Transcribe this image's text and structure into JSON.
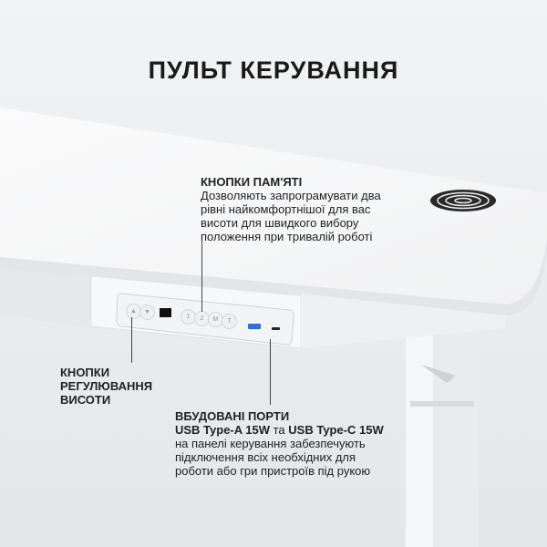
{
  "title": "ПУЛЬТ КЕРУВАННЯ",
  "memory_buttons": {
    "heading": "КНОПКИ ПАМ'ЯТІ",
    "lines": [
      "Дозволяють запрограмувати два",
      "рівні найкомфортнішої для вас",
      "висоти для швидкого вибору",
      "положення при тривалій роботі"
    ]
  },
  "height_buttons": {
    "lines": [
      "КНОПКИ",
      "РЕГУЛЮВАННЯ",
      "ВИСОТИ"
    ]
  },
  "ports": {
    "heading": "ВБУДОВАНІ ПОРТИ",
    "usb_a": "USB Type-A 15W",
    "connector": " та ",
    "usb_c": "USB Type-C 15W",
    "lines": [
      "на панелі керування забезпечують",
      "підключення всіх необхідних для",
      "роботи або гри пристроїв під рукою"
    ]
  },
  "control_panel": {
    "buttons": [
      "▲",
      "▼",
      "1",
      "2",
      "M",
      "T"
    ]
  },
  "colors": {
    "background": "#eceeef",
    "desk": "#ffffff",
    "usb_a_port": "#2f6fd6"
  }
}
